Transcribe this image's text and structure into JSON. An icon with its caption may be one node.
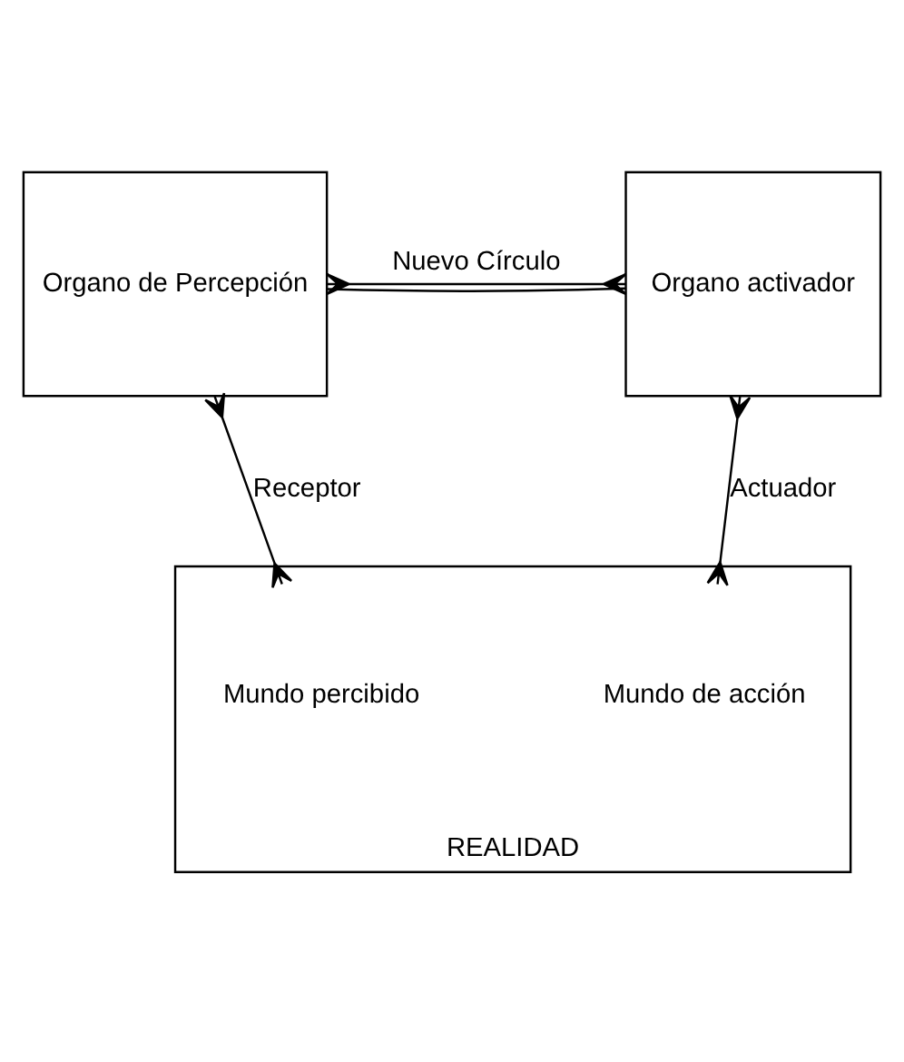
{
  "diagram": {
    "nodes": [
      {
        "text": [
          "Organo de Percepción"
        ]
      },
      {
        "text": [
          "Organo activador"
        ]
      },
      {
        "text": [
          "REALIDAD"
        ]
      },
      {
        "text": [
          "Mundo percibido"
        ],
        "in": 2
      },
      {
        "text": [
          "Mundo de acción"
        ],
        "in": 2
      }
    ],
    "edges": [
      {
        "from": 0,
        "to": 1,
        "arrow": "none"
      },
      {
        "from": 1,
        "to": 0,
        "arrow": "other",
        "label": "Nuevo Círculo"
      },
      {
        "from": 0,
        "to": 3,
        "arrow": "other",
        "label": "Receptor"
      },
      {
        "from": 1,
        "to": 4,
        "arrow": "other",
        "label": "Actuador"
      }
    ]
  }
}
